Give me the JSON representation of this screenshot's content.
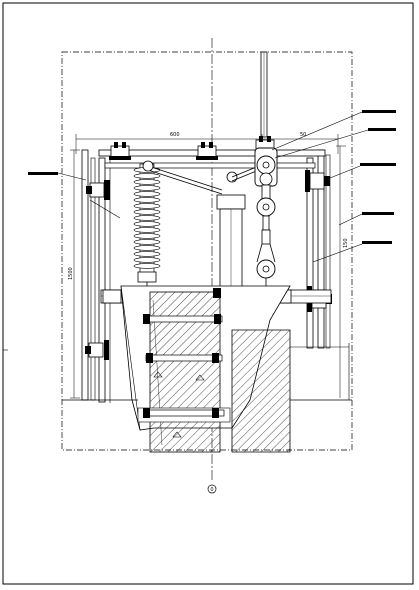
{
  "drawing": {
    "dimensions": {
      "top_width": "600",
      "top_right": "50",
      "left_height": "1500",
      "right_gap": "150"
    },
    "callout_labels": [
      "",
      "",
      "",
      "",
      "",
      ""
    ],
    "axis_mark": "0"
  }
}
